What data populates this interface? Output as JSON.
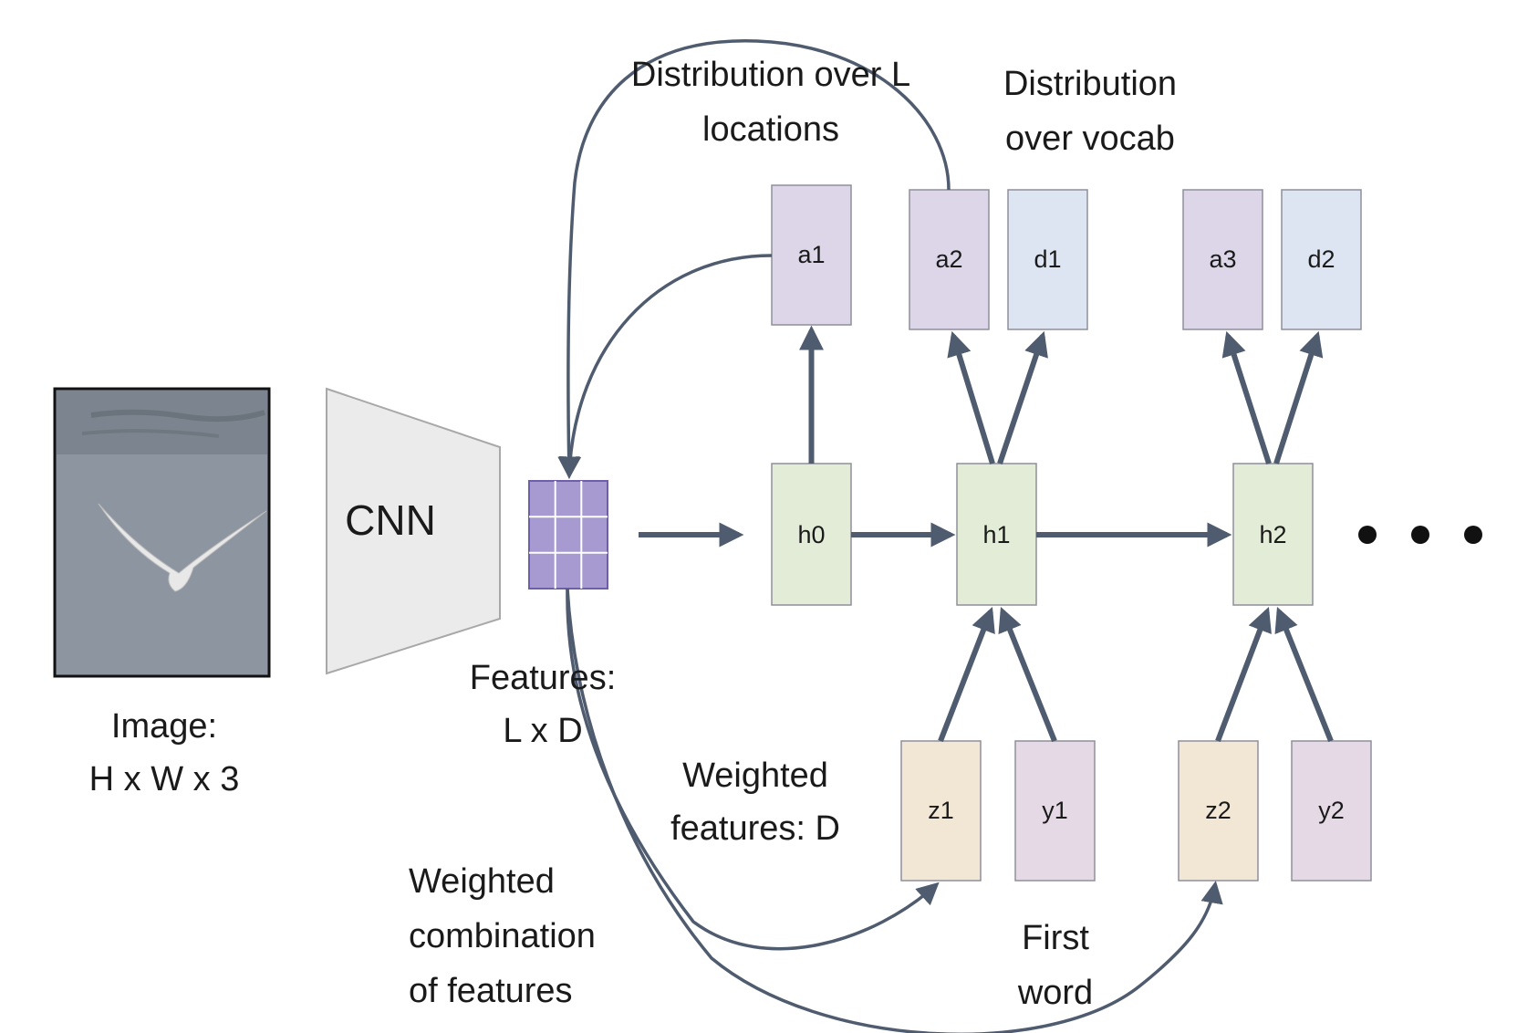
{
  "labels": {
    "image_line1": "Image:",
    "image_line2": "H x W x 3",
    "cnn": "CNN",
    "features_line1": "Features:",
    "features_line2": "L x D",
    "dist_loc_line1": "Distribution over L",
    "dist_loc_line2": "locations",
    "dist_vocab_line1": "Distribution",
    "dist_vocab_line2": "over vocab",
    "weighted_feat_line1": "Weighted",
    "weighted_feat_line2": "features: D",
    "weighted_comb_line1": "Weighted",
    "weighted_comb_line2": "combination",
    "weighted_comb_line3": "of features",
    "first_word_line1": "First",
    "first_word_line2": "word",
    "ellipsis_dots": 3
  },
  "nodes": {
    "a1": "a1",
    "a2": "a2",
    "d1": "d1",
    "a3": "a3",
    "d2": "d2",
    "h0": "h0",
    "h1": "h1",
    "h2": "h2",
    "z1": "z1",
    "y1": "y1",
    "z2": "z2",
    "y2": "y2"
  },
  "colors": {
    "attention": "#dcd6e8",
    "vocab": "#dce5f1",
    "hidden": "#e2ecd7",
    "weighted": "#f2e7d5",
    "word": "#e5d9e5",
    "feature_grid": "#a79ad0",
    "cnn": "#ececec",
    "arrow": "#4f5b6e"
  }
}
